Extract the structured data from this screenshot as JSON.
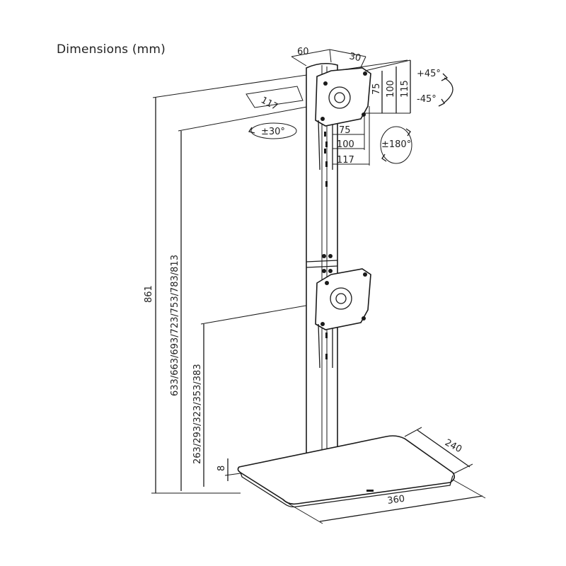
{
  "title": "Dimensions (mm)",
  "dimensions": {
    "pole_width": "60",
    "pole_depth": "30",
    "arm_offset": "117",
    "swivel": "±30°",
    "tilt_up": "+45°",
    "tilt_down": "-45°",
    "rotation": "±180°",
    "vesa_75_h": "75",
    "vesa_100_h": "100",
    "plate_115_h": "115",
    "vesa_75_w": "75",
    "vesa_100_w": "100",
    "plate_117_w": "117",
    "total_height": "861",
    "upper_heights": "633/663/693/723/753/783/813",
    "lower_heights": "263/293/323/353/383",
    "base_height": "8",
    "base_depth": "240",
    "base_width": "360"
  }
}
